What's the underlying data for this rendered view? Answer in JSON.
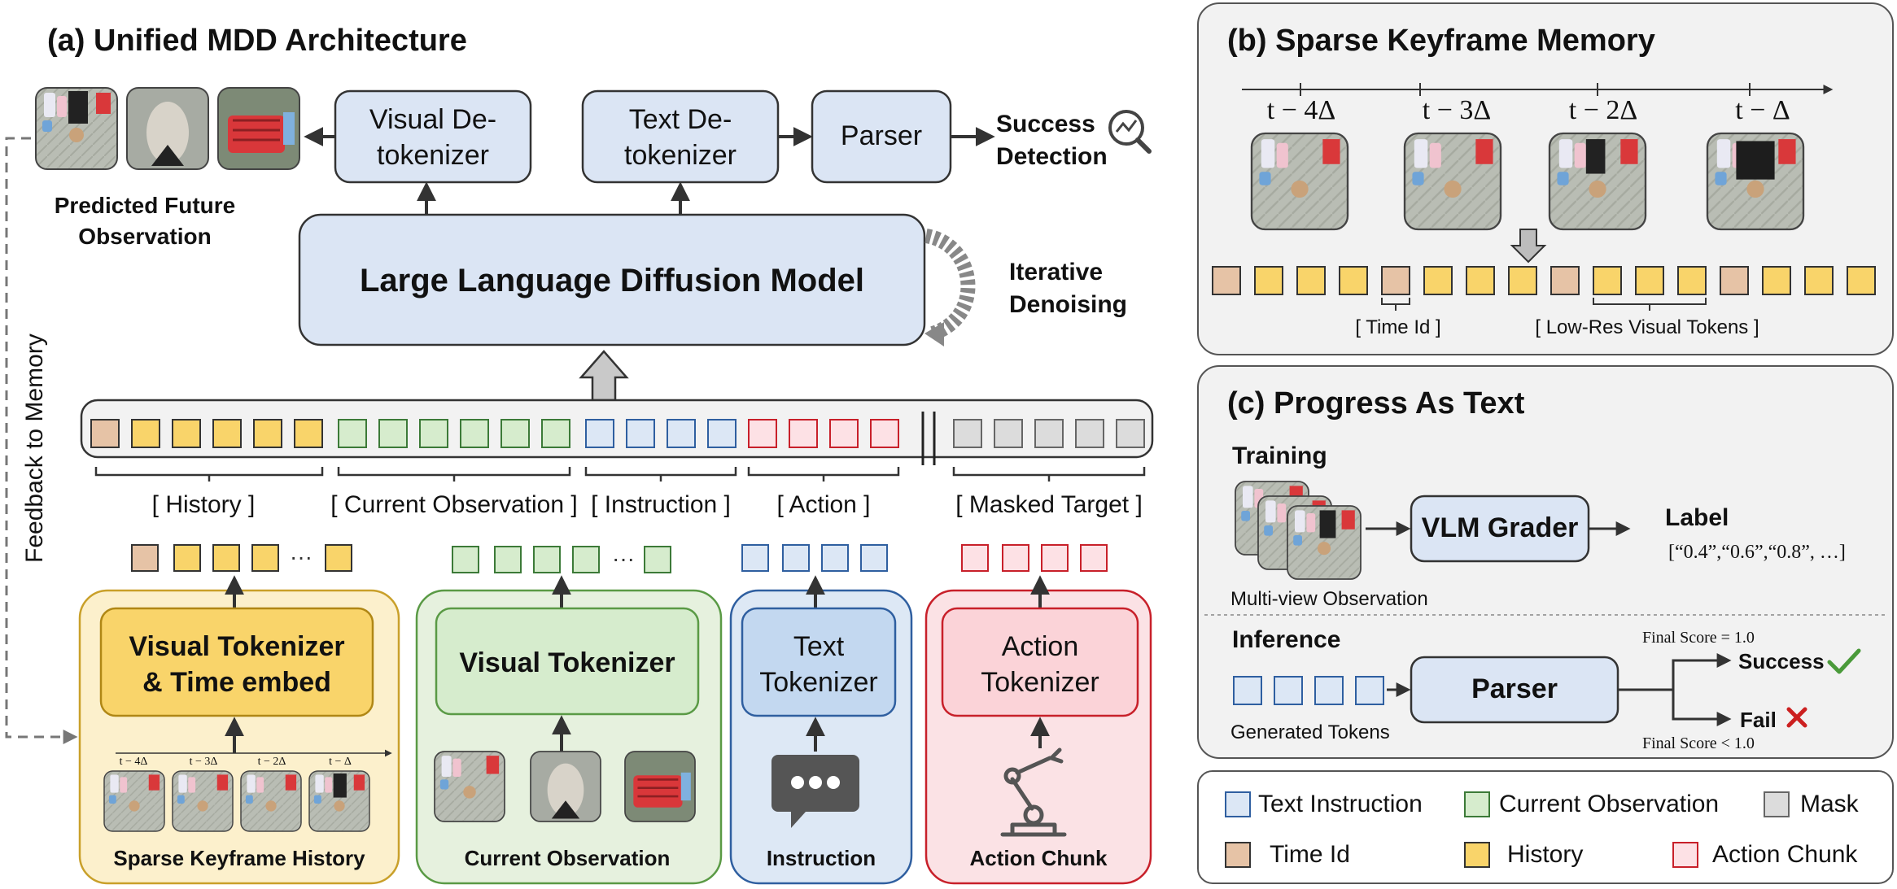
{
  "panel_a": {
    "title": "(a) Unified MDD Architecture",
    "visual_detokenizer_line1": "Visual De-",
    "visual_detokenizer_line2": "tokenizer",
    "text_detokenizer_line1": "Text De-",
    "text_detokenizer_line2": "tokenizer",
    "parser": "Parser",
    "success_line1": "Success",
    "success_line2": "Detection",
    "predicted_line1": "Predicted Future",
    "predicted_line2": "Observation",
    "llm": "Large Language Diffusion Model",
    "iterative_line1": "Iterative",
    "iterative_line2": "Denoising",
    "feedback": "Feedback to Memory",
    "labels": {
      "history": "[ History ]",
      "current_observation": "[ Current Observation ]",
      "instruction": "[ Instruction ]",
      "action": "[ Action ]",
      "masked_target": "[ Masked Target ]"
    },
    "ellipsis": "···",
    "yellow_module": {
      "line1": "Visual Tokenizer",
      "line2": "& Time embed",
      "caption": "Sparse Keyframe History",
      "time_labels": [
        "t − 4Δ",
        "t − 3Δ",
        "t − 2Δ",
        "t − Δ"
      ]
    },
    "green_module": {
      "title": "Visual Tokenizer",
      "caption": "Current Observation"
    },
    "blue_module": {
      "line1": "Text",
      "line2": "Tokenizer",
      "caption": "Instruction"
    },
    "red_module": {
      "line1": "Action",
      "line2": "Tokenizer",
      "caption": "Action Chunk"
    }
  },
  "panel_b": {
    "title": "(b) Sparse Keyframe Memory",
    "time_labels": [
      "t − 4Δ",
      "t − 3Δ",
      "t − 2Δ",
      "t − Δ"
    ],
    "time_id_label": "[ Time Id ]",
    "low_res_label": "[ Low-Res Visual Tokens ]"
  },
  "panel_c": {
    "title": "(c) Progress As Text",
    "training": "Training",
    "vlm_grader": "VLM Grader",
    "label_title": "Label",
    "label_values": "[“0.4”,“0.6”,“0.8”, …]",
    "multiview": "Multi-view Observation",
    "inference": "Inference",
    "parser": "Parser",
    "final_score_eq": "Final Score = 1.0",
    "final_score_lt": "Final Score < 1.0",
    "success": "Success",
    "fail": "Fail",
    "generated_tokens": "Generated Tokens"
  },
  "legend": {
    "text_instruction": "Text Instruction",
    "current_observation": "Current Observation",
    "mask": "Mask",
    "time_id": "Time Id",
    "history": "History",
    "action_chunk": "Action Chunk"
  },
  "colors": {
    "time_id": "#e6c3a6",
    "history": "#f9d46a",
    "observation": "#d6eccd",
    "instruction": "#dce7f5",
    "action": "#fde1e5",
    "mask": "#dcdcdc",
    "node": "#dbe5f4",
    "yellow_panel": "#fcf0cc",
    "green_panel": "#e6f1de",
    "blue_panel": "#dde8f5",
    "red_panel": "#fbe2e5",
    "panel_bg": "#f2f2f2"
  }
}
